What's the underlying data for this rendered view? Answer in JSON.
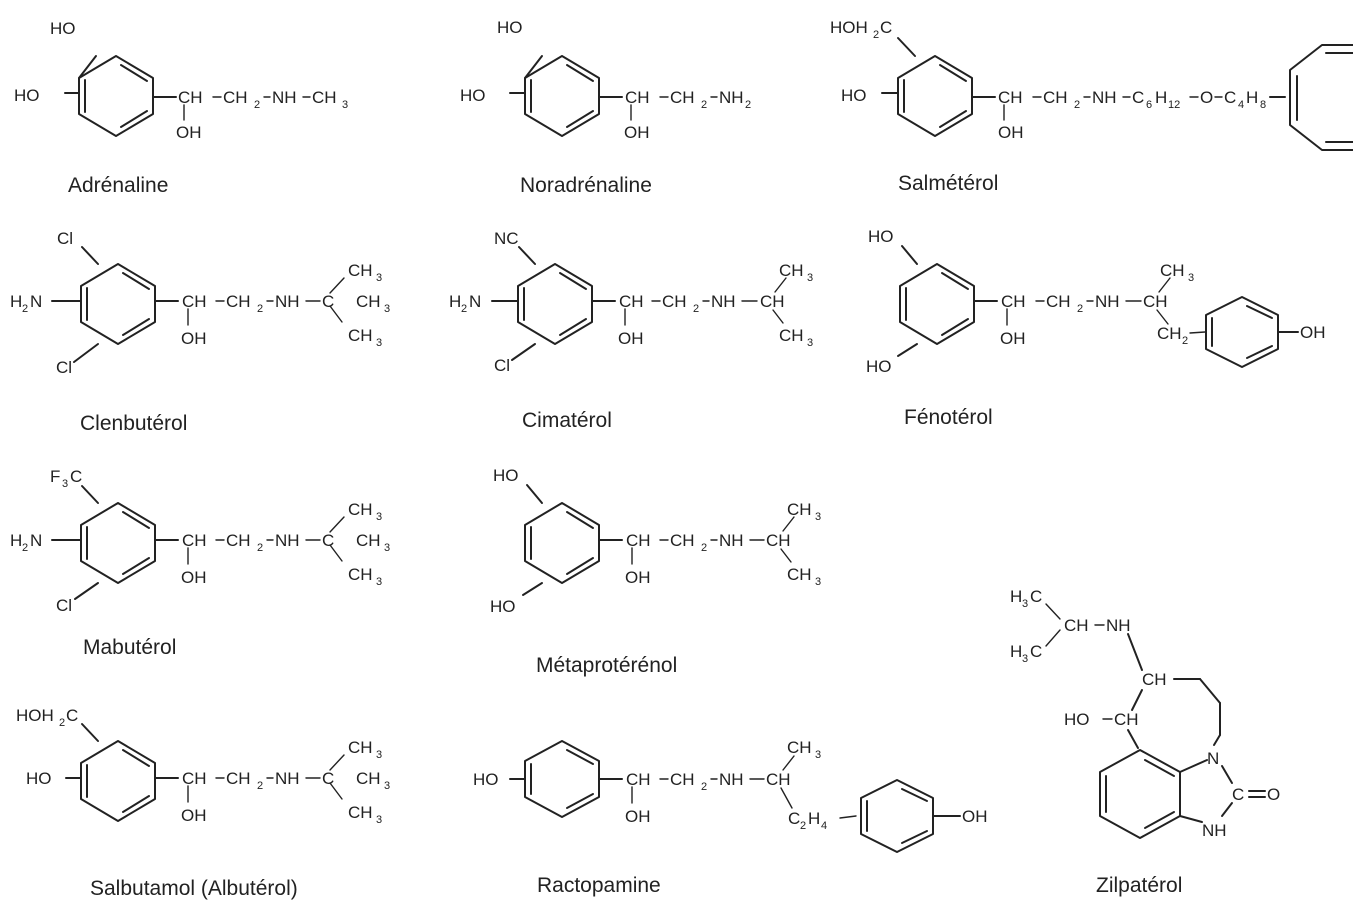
{
  "molecules": [
    {
      "name": "Adrénaline",
      "groups": [
        "HO",
        "HO",
        "CH",
        "CH",
        "2",
        "NH",
        "CH",
        "3",
        "OH"
      ]
    },
    {
      "name": "Noradrénaline",
      "groups": [
        "HO",
        "HO",
        "CH",
        "CH",
        "2",
        "NH",
        "2",
        "OH"
      ]
    },
    {
      "name": "Salmétérol",
      "groups": [
        "HOH",
        "2",
        "C",
        "HO",
        "CH",
        "CH",
        "2",
        "NH",
        "C",
        "6",
        "H",
        "12",
        "O",
        "C",
        "4",
        "H",
        "8",
        "OH"
      ]
    },
    {
      "name": "Clenbutérol",
      "groups": [
        "Cl",
        "H",
        "2",
        "N",
        "Cl",
        "CH",
        "CH",
        "2",
        "NH",
        "C",
        "CH",
        "3",
        "CH",
        "3",
        "CH",
        "3",
        "OH"
      ]
    },
    {
      "name": "Cimatérol",
      "groups": [
        "NC",
        "H",
        "2",
        "N",
        "Cl",
        "CH",
        "CH",
        "2",
        "NH",
        "CH",
        "CH",
        "3",
        "CH",
        "3",
        "OH"
      ]
    },
    {
      "name": "Fénotérol",
      "groups": [
        "HO",
        "HO",
        "CH",
        "CH",
        "2",
        "NH",
        "CH",
        "CH",
        "3",
        "CH",
        "2",
        "OH",
        "OH"
      ]
    },
    {
      "name": "Mabutérol",
      "groups": [
        "F",
        "3",
        "C",
        "H",
        "2",
        "N",
        "Cl",
        "CH",
        "CH",
        "2",
        "NH",
        "C",
        "CH",
        "3",
        "CH",
        "3",
        "CH",
        "3",
        "OH"
      ]
    },
    {
      "name": "Métaprotérénol",
      "groups": [
        "HO",
        "HO",
        "CH",
        "CH",
        "2",
        "NH",
        "CH",
        "CH",
        "3",
        "CH",
        "3",
        "OH"
      ]
    },
    {
      "name": "Salbutamol (Albutérol)",
      "groups": [
        "HOH",
        "2",
        "C",
        "HO",
        "CH",
        "CH",
        "2",
        "NH",
        "C",
        "CH",
        "3",
        "CH",
        "3",
        "CH",
        "3",
        "OH"
      ]
    },
    {
      "name": "Ractopamine",
      "groups": [
        "HO",
        "CH",
        "CH",
        "2",
        "NH",
        "CH",
        "CH",
        "3",
        "C",
        "2",
        "H",
        "4",
        "OH",
        "OH"
      ]
    },
    {
      "name": "Zilpatérol",
      "groups": [
        "H",
        "3",
        "C",
        "H",
        "3",
        "C",
        "CH",
        "NH",
        "CH",
        "HO",
        "CH",
        "N",
        "C",
        "O",
        "NH"
      ]
    }
  ]
}
